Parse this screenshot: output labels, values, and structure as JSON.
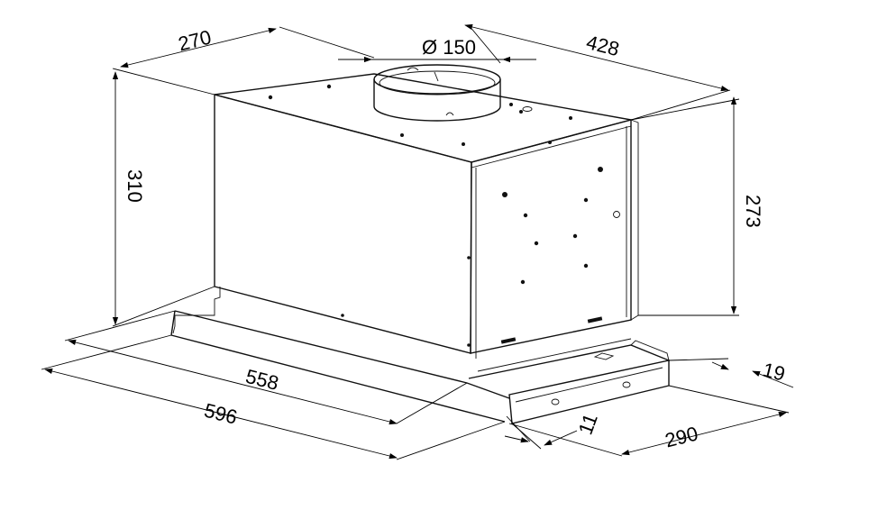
{
  "dimensions": {
    "top_depth": "270",
    "top_width": "428",
    "duct_diameter": "Ø 150",
    "total_height": "310",
    "body_height": "273",
    "inner_width": "558",
    "outer_width": "596",
    "side_depth": "290",
    "front_lip": "19",
    "panel_thickness": "11"
  }
}
